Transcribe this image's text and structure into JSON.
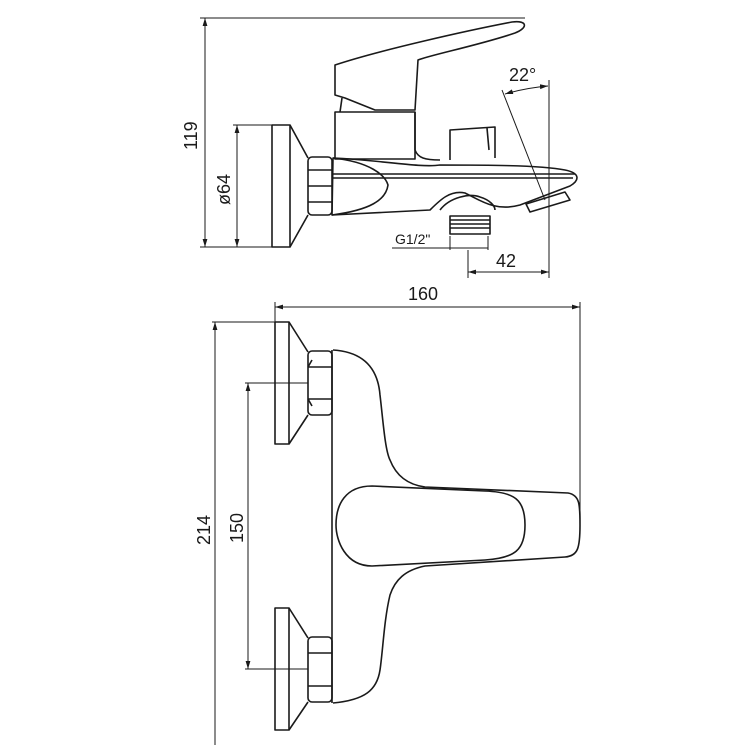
{
  "drawing": {
    "side_view": {
      "height_dim": "119",
      "plate_diameter_dim": "ø64",
      "spout_angle_dim": "22°",
      "thread_label": "G1/2\"",
      "spout_offset_dim": "42"
    },
    "front_view": {
      "width_dim": "160",
      "total_height_dim": "214",
      "centers_dim": "150"
    },
    "colors": {
      "line": "#1a1a1a",
      "background": "#ffffff"
    }
  }
}
